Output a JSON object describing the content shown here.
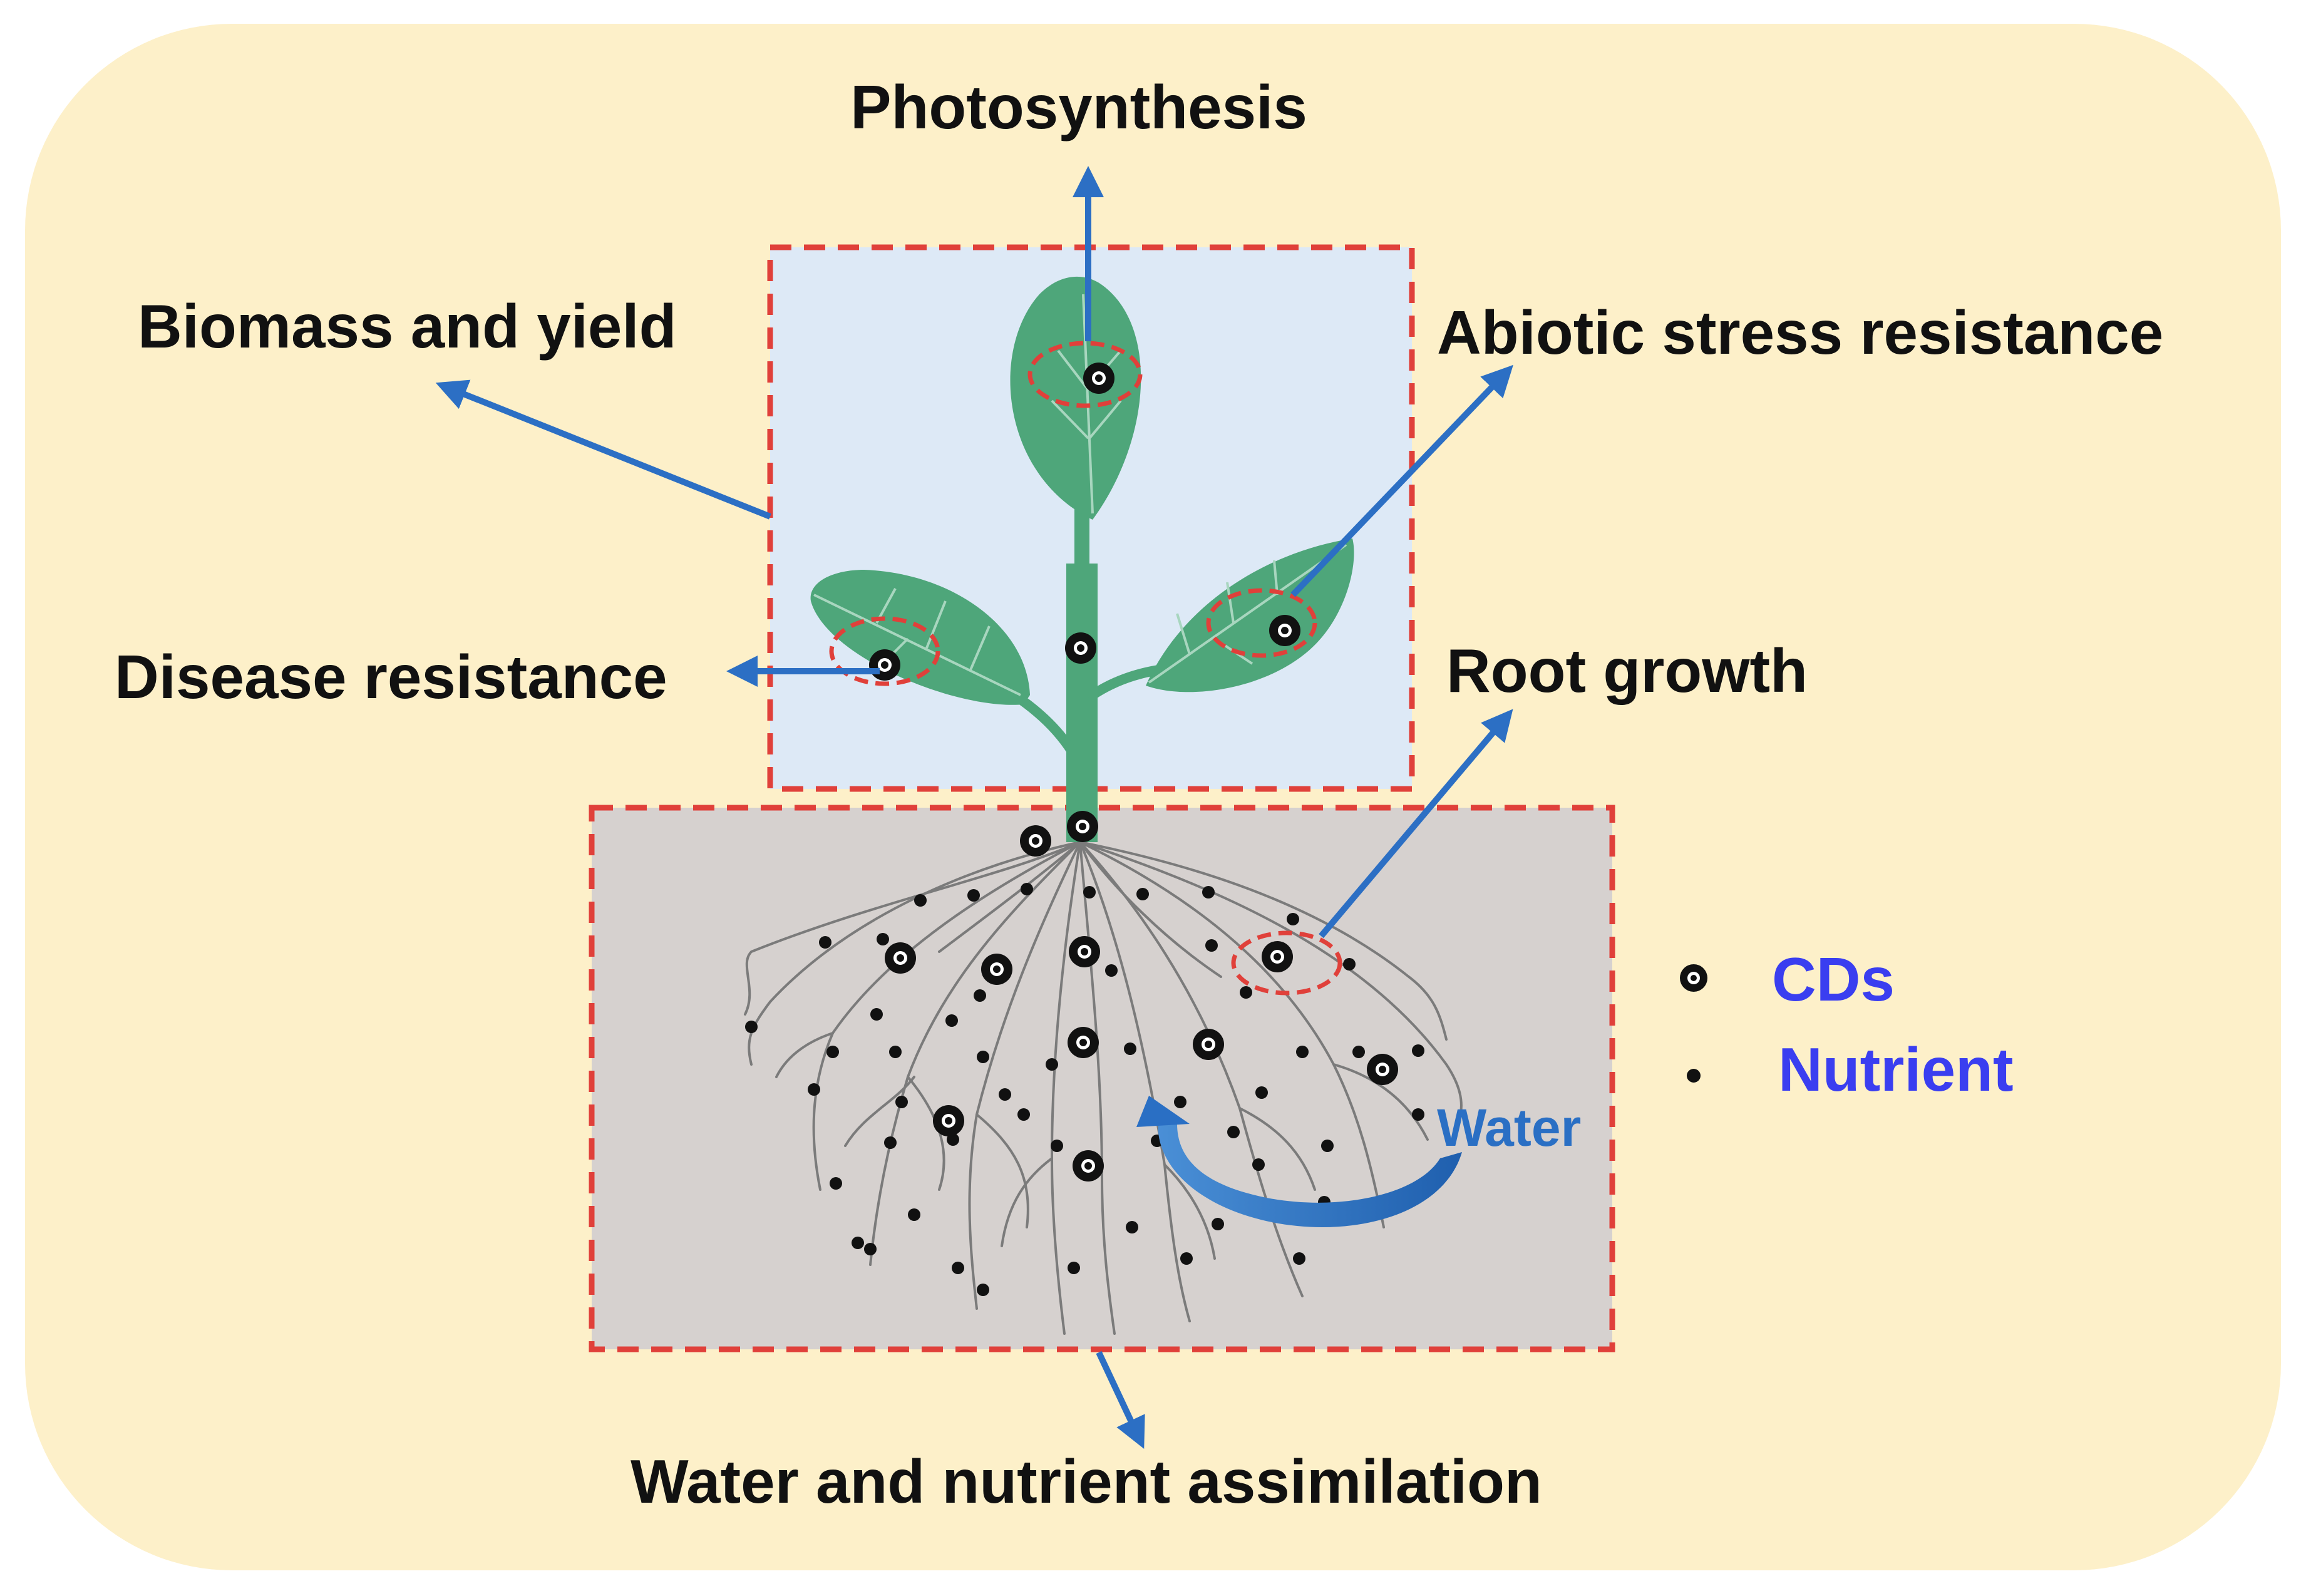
{
  "labels": {
    "photosynthesis": "Photosynthesis",
    "biomass": "Biomass and yield",
    "abiotic": "Abiotic stress resistance",
    "disease": "Disease resistance",
    "root_growth": "Root growth",
    "water_nutrient": "Water and nutrient assimilation",
    "water": "Water"
  },
  "legend": {
    "cds": "CDs",
    "nutrient": "Nutrient"
  },
  "colors": {
    "background": "#fdf0c9",
    "shoot_box": "#dde9f6",
    "root_box": "#d6d1cf",
    "dashed_border": "#e0403a",
    "arrow": "#2c6fc4",
    "leaf": "#4ea67a",
    "stem": "#4ea67a",
    "root": "#7b7b7b",
    "legend_text": "#3a3ef0",
    "label_text": "#111111"
  },
  "icons": {
    "cd_marker": "ring-dot-icon",
    "nutrient_marker": "dot-icon"
  }
}
